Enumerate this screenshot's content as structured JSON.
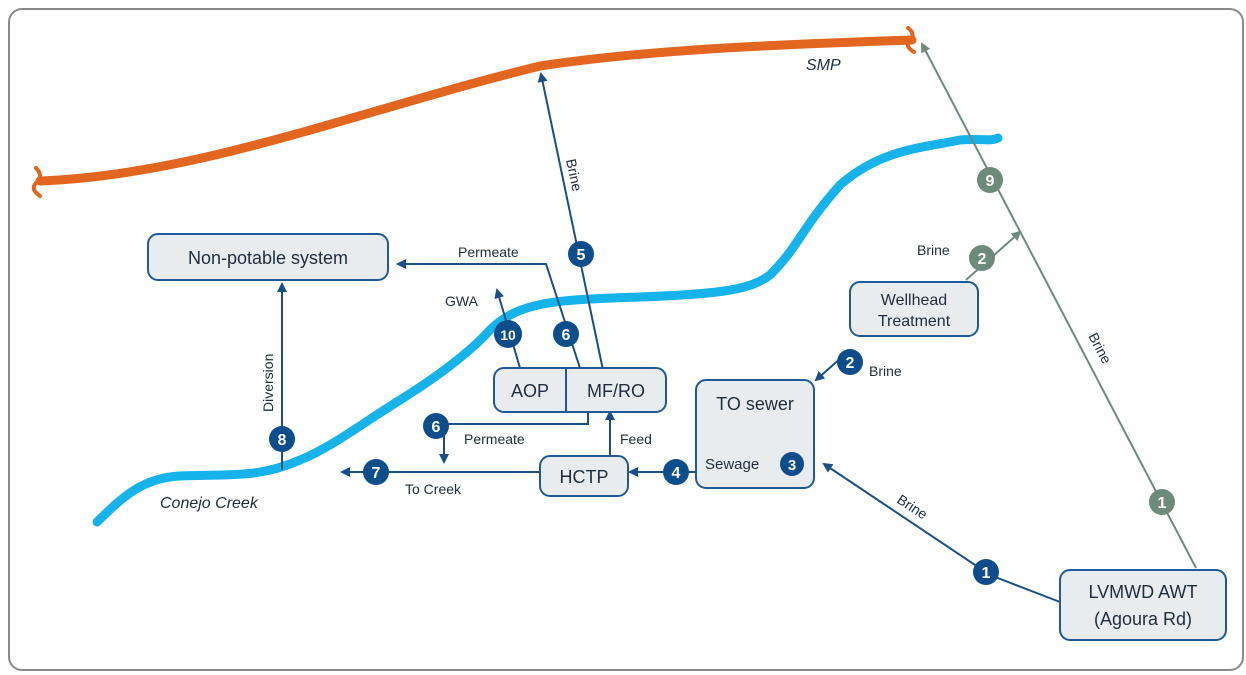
{
  "colors": {
    "smp_line": "#e2661f",
    "creek_line": "#16b2ea",
    "flow_arrow": "#1a4f86",
    "proposed_arrow": "#6e8a7b",
    "badge_blue": "#0e4d8c",
    "badge_green": "#6e8a7b",
    "box_fill": "#e9ecef",
    "box_stroke": "#1f5a96"
  },
  "labels": {
    "smp": "SMP",
    "conejo_creek": "Conejo Creek",
    "brine_top": "Brine",
    "permeate_top": "Permeate",
    "gwa": "GWA",
    "diversion": "Diversion",
    "brine_wellhead_top": "Brine",
    "brine_wellhead_bottom": "Brine",
    "permeate_bottom": "Permeate",
    "feed": "Feed",
    "to_creek": "To Creek",
    "brine_lvmwd": "Brine",
    "brine_right": "Brine"
  },
  "boxes": {
    "non_potable": "Non-potable system",
    "wellhead_line1": "Wellhead",
    "wellhead_line2": "Treatment",
    "aop": "AOP",
    "mfro": "MF/RO",
    "to_sewer": "TO sewer",
    "sewage": "Sewage",
    "hctp": "HCTP",
    "lvmwd_line1": "LVMWD AWT",
    "lvmwd_line2": "(Agoura Rd)"
  },
  "badges": {
    "b1_blue": "1",
    "b1_green": "1",
    "b2_green": "2",
    "b2_blue": "2",
    "b3": "3",
    "b4": "4",
    "b5": "5",
    "b6_top": "6",
    "b6_bottom": "6",
    "b7": "7",
    "b8": "8",
    "b9": "9",
    "b10": "10"
  }
}
